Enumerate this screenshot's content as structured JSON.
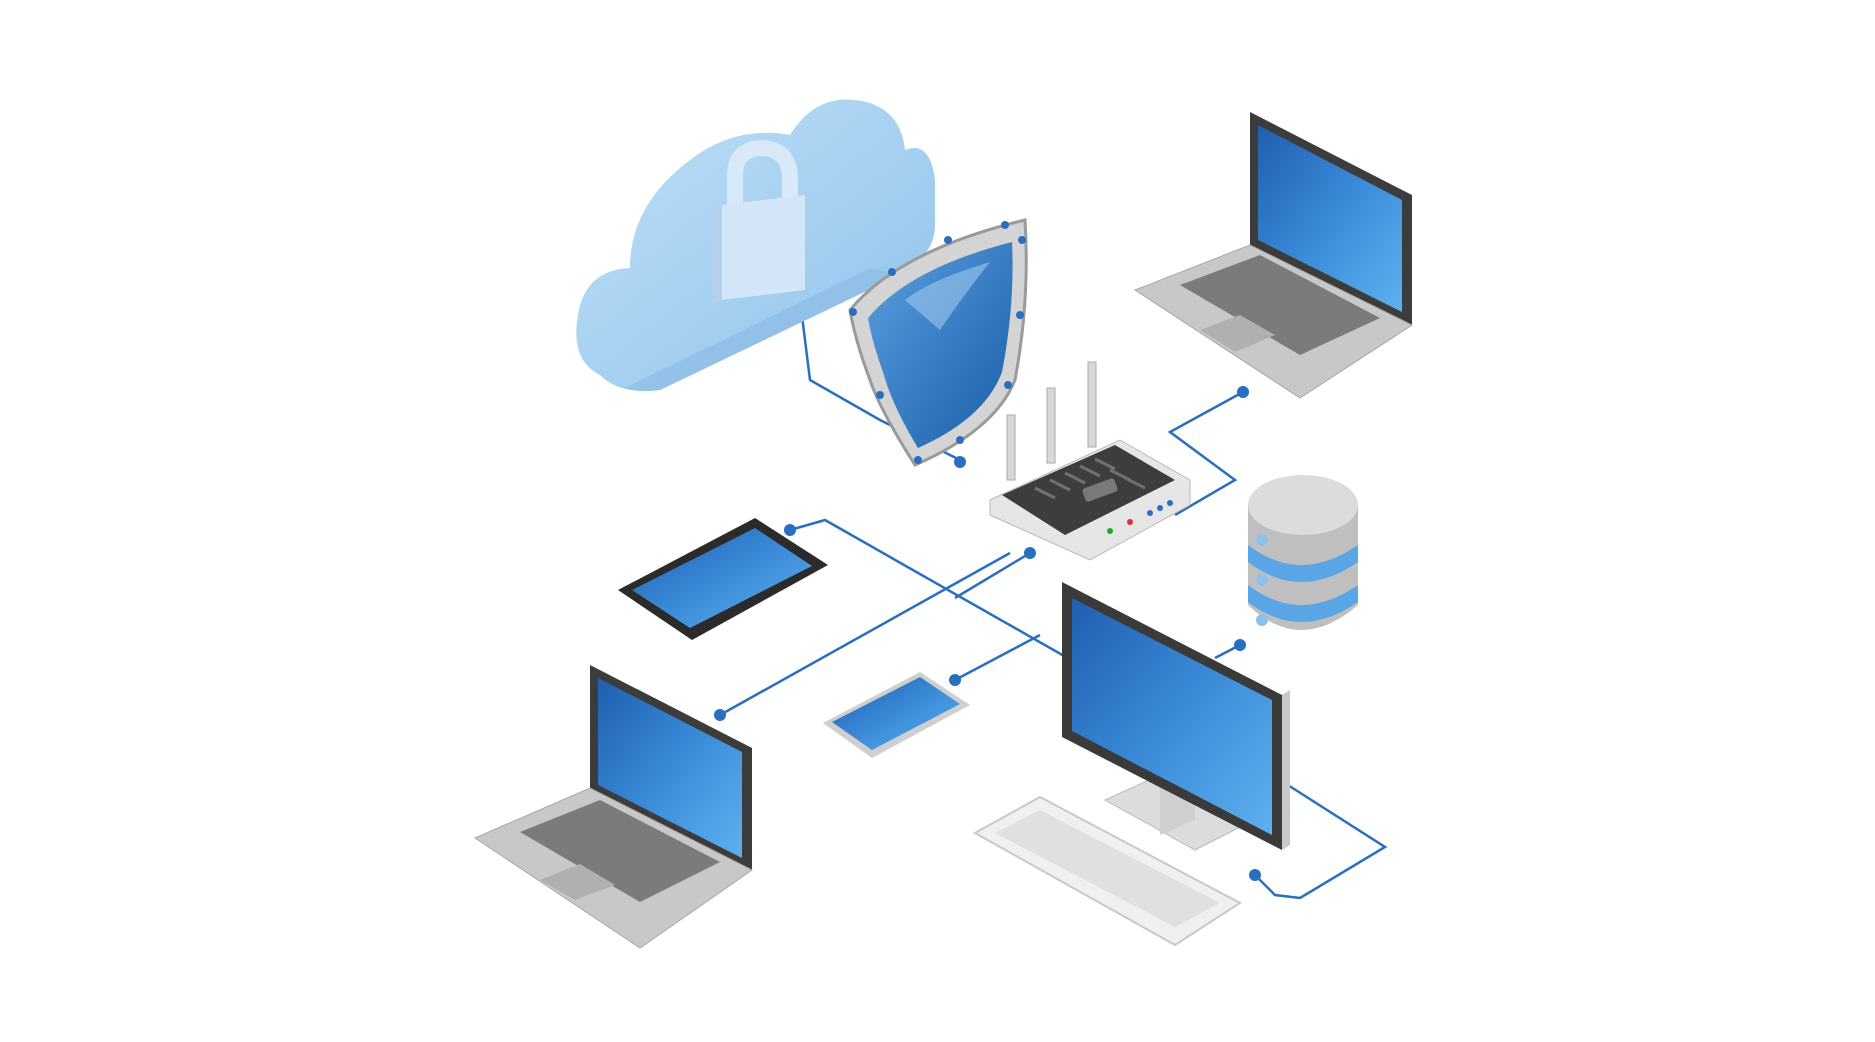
{
  "diagram": {
    "nodes": [
      {
        "id": "cloud",
        "icon": "cloud-lock-icon"
      },
      {
        "id": "shield",
        "icon": "shield-icon"
      },
      {
        "id": "router",
        "icon": "router-icon"
      },
      {
        "id": "laptop-top-right",
        "icon": "laptop-icon"
      },
      {
        "id": "database",
        "icon": "database-icon"
      },
      {
        "id": "tablet",
        "icon": "tablet-icon"
      },
      {
        "id": "smartphone",
        "icon": "smartphone-icon"
      },
      {
        "id": "laptop-bottom-left",
        "icon": "laptop-icon"
      },
      {
        "id": "desktop-monitor",
        "icon": "monitor-icon"
      },
      {
        "id": "keyboard",
        "icon": "keyboard-icon"
      }
    ],
    "connections": [
      {
        "from": "cloud",
        "to": "shield"
      },
      {
        "from": "shield",
        "to": "router"
      },
      {
        "from": "router",
        "to": "laptop-top-right"
      },
      {
        "from": "router",
        "to": "smartphone"
      },
      {
        "from": "router",
        "to": "laptop-bottom-left"
      },
      {
        "from": "tablet",
        "to": "desktop-monitor"
      },
      {
        "from": "desktop-monitor",
        "to": "database"
      },
      {
        "from": "desktop-monitor",
        "to": "keyboard"
      }
    ]
  },
  "colors": {
    "connector": "#2a6fbf",
    "screen": "#2d7fd0",
    "screen_light": "#5aa5e6",
    "cloud": "#9ccbf0",
    "device_gray": "#c9c9c9",
    "device_dark": "#3a3a3a",
    "background": "#ffffff"
  }
}
